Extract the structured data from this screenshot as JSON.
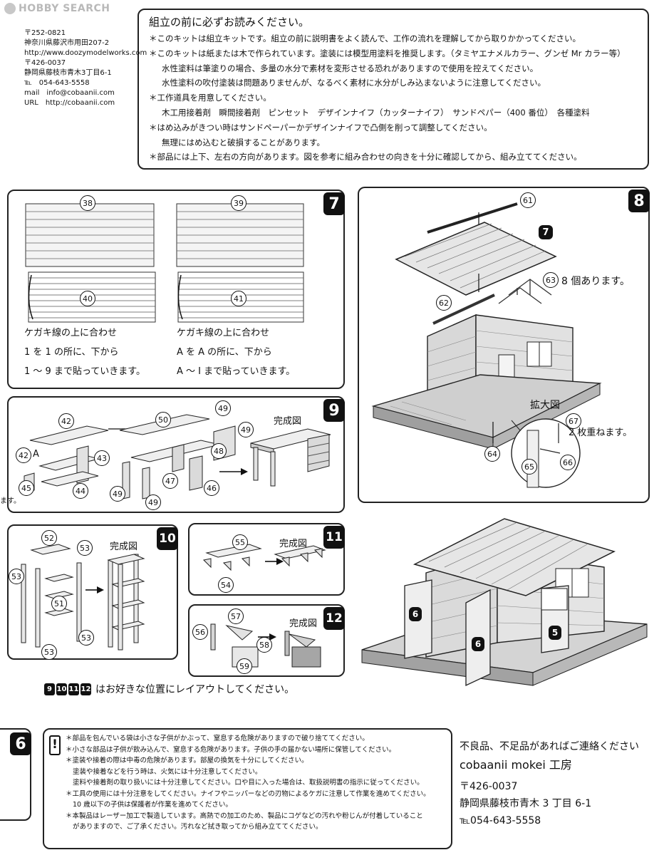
{
  "watermark": "HOBBY SEARCH",
  "address": [
    "〒252-0821",
    "神奈川県藤沢市用田207-2",
    "http://www.doozymodelworks.com",
    "〒426-0037",
    "静岡県藤枝市青木3丁目6-1",
    "℡　054-643-5558",
    "mail　info@cobaanii.com",
    "URL　http://cobaanii.com"
  ],
  "notice": {
    "title": "組立の前に必ずお読みください。",
    "lines": [
      {
        "text": "＊このキットは組立キットです。組立の前に説明書をよく読んで、工作の流れを理解してから取りかかってください。",
        "indent": false
      },
      {
        "text": "＊このキットは紙または木で作られています。塗装には模型用塗料を推奨します。（タミヤエナメルカラー、グンゼ Mr カラー等）",
        "indent": false
      },
      {
        "text": "水性塗料は筆塗りの場合、多量の水分で素材を変形させる恐れがありますので使用を控えてください。",
        "indent": true
      },
      {
        "text": "水性塗料の吹付塗装は問題ありませんが、なるべく素材に水分がしみ込まないように注意してください。",
        "indent": true
      },
      {
        "text": "＊工作道具を用意してください。",
        "indent": false
      },
      {
        "text": "木工用接着剤　瞬間接着剤　ピンセット　デザインナイフ（カッターナイフ）　サンドペパー（400 番位）　各種塗料",
        "indent": true
      },
      {
        "text": "＊はめ込みがきつい時はサンドペーパーかデザインナイフで凸側を削って調整してください。",
        "indent": false
      },
      {
        "text": "無理にはめ込むと破損することがあります。",
        "indent": true
      },
      {
        "text": "＊部品には上下、左右の方向があります。図を参考に組み合わせの向きを十分に確認してから、組み立ててください。",
        "indent": false
      }
    ]
  },
  "step7": {
    "num": "7",
    "parts": [
      "38",
      "39",
      "40",
      "41"
    ],
    "left_text": [
      "ケガキ線の上に合わせ",
      "1 を 1 の所に、下から",
      "1 ～ 9 まで貼っていきます。"
    ],
    "right_text": [
      "ケガキ線の上に合わせ",
      "A を A の所に、下から",
      "A ～ I まで貼っていきます。"
    ]
  },
  "step8": {
    "num": "8",
    "ref_step": "7",
    "parts": [
      "61",
      "62",
      "63",
      "64",
      "65",
      "66",
      "67"
    ],
    "note_63": "8 個あります。",
    "enlarge": "拡大図",
    "note_67": "2 枚重ねます。"
  },
  "step9": {
    "num": "9",
    "parts": [
      "42",
      "43",
      "44",
      "45",
      "46",
      "47",
      "48",
      "49",
      "50"
    ],
    "label_A": "A",
    "done": "完成図",
    "cut_text": "ます。"
  },
  "step10": {
    "num": "10",
    "parts": [
      "51",
      "52",
      "53"
    ],
    "done": "完成図"
  },
  "step11": {
    "num": "11",
    "parts": [
      "54",
      "55"
    ],
    "done": "完成図"
  },
  "step12": {
    "num": "12",
    "parts": [
      "56",
      "57",
      "58",
      "59"
    ],
    "done": "完成図"
  },
  "finished": {
    "door_left": "6",
    "door_back": "6",
    "door_right": "5"
  },
  "layout_note": {
    "nums": [
      "9",
      "10",
      "11",
      "12"
    ],
    "text": "はお好きな位置にレイアウトしてください。"
  },
  "step6_fragment": "6",
  "warnings": [
    {
      "text": "＊部品を包んでいる袋は小さな子供がかぶって、窒息する危険がありますので破り捨ててください。",
      "indent": false
    },
    {
      "text": "＊小さな部品は子供が飲み込んで、窒息する危険があります。子供の手の届かない場所に保管してください。",
      "indent": false
    },
    {
      "text": "＊塗装や接着の際は中毒の危険があります。部屋の換気を十分にしてください。",
      "indent": false
    },
    {
      "text": "塗装や接着などを行う時は、火気には十分注意してください。",
      "indent": true
    },
    {
      "text": "塗料や接着剤の取り扱いには十分注意してください。口や目に入った場合は、取扱説明書の指示に従ってください。",
      "indent": true
    },
    {
      "text": "＊工具の使用には十分注意をしてください。ナイフやニッパーなどの刃物によるケガに注意して作業を進めてください。",
      "indent": false
    },
    {
      "text": "10 歳以下の子供は保護者が作業を進めてください。",
      "indent": true
    },
    {
      "text": "＊本製品はレーザー加工で製造しています。高熱での加工のため、製品にコゲなどの汚れや粉じんが付着していること",
      "indent": false
    },
    {
      "text": "がありますので、ご了承ください。汚れなど拭き取ってから組み立ててください。",
      "indent": true
    }
  ],
  "contact": {
    "headline": "不良品、不足品があればご連絡ください",
    "company": "cobaanii mokei 工房",
    "zip": "〒426-0037",
    "address": "静岡県藤枝市青木 3 丁目 6-1",
    "tel": "℡054-643-5558"
  }
}
